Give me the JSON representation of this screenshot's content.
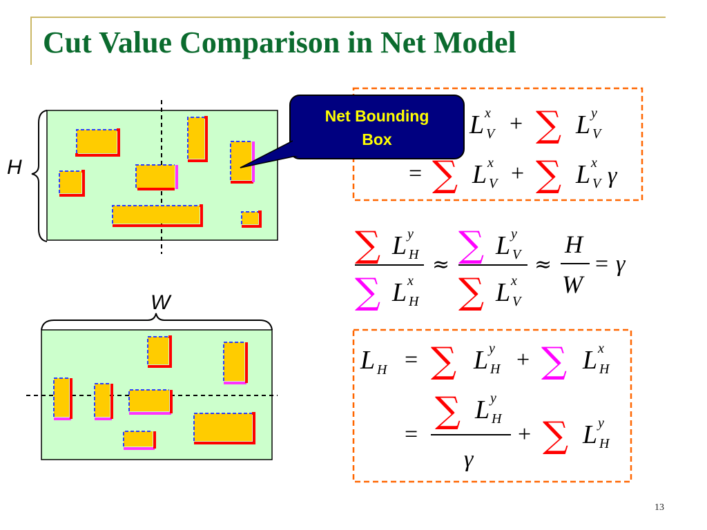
{
  "slide": {
    "title": "Cut Value Comparison in Net Model",
    "page_number": "13"
  },
  "labels": {
    "height": "H",
    "width": "W"
  },
  "callout": {
    "line1": "Net Bounding",
    "line2": "Box"
  },
  "colors": {
    "title": "#0b6b2e",
    "panel_bg": "#ccffcc",
    "cell_fill": "#ffcc00",
    "red_edge": "#ff0000",
    "magenta_edge": "#ff33ff",
    "dashed_box": "#ff6600",
    "callout_bg": "#000080",
    "callout_text": "#ffff00",
    "sum_red": "#ff0000",
    "sum_magenta": "#ff00ff"
  },
  "math": {
    "sym_L": "L",
    "sub_V": "V",
    "sub_H": "H",
    "sup_x": "x",
    "sup_y": "y",
    "plus": "+",
    "equals": "=",
    "approx": "≈",
    "gamma": "γ",
    "H": "H",
    "W": "W",
    "sigma": "∑"
  }
}
